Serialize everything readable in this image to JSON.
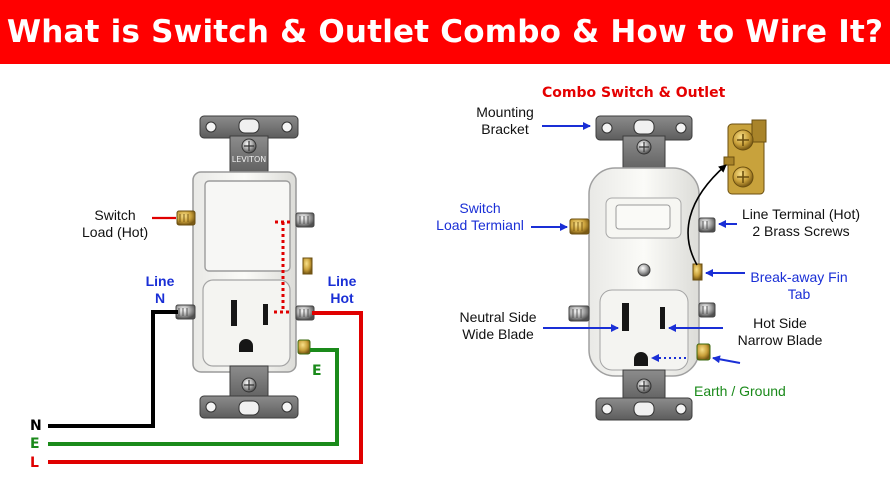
{
  "title": "What is Switch & Outlet Combo & How to Wire It?",
  "subtitle": "Combo Switch & Outlet",
  "colors": {
    "banner": "#ff0000",
    "hot_wire": "#e00000",
    "neutral_wire": "#000000",
    "earth_wire": "#1a8a1a",
    "label_blue": "#1a2fd6",
    "label_green": "#1a8a1a"
  },
  "left_diagram": {
    "switch_load_label": [
      "Switch",
      "Load (Hot)"
    ],
    "line_n_label": [
      "Line",
      "N"
    ],
    "line_hot_label": [
      "Line",
      "Hot"
    ],
    "earth_label": "E",
    "wire_letters": [
      "N",
      "E",
      "L"
    ],
    "plate_brand": "LEVITON"
  },
  "right_diagram": {
    "mounting_bracket": [
      "Mounting",
      "Bracket"
    ],
    "switch_load_terminal": [
      "Switch",
      "Load Termianl"
    ],
    "line_terminal": [
      "Line Terminal (Hot)",
      "2 Brass Screws"
    ],
    "breakaway_fin_tab": [
      "Break-away Fin",
      "Tab"
    ],
    "neutral_side": [
      "Neutral Side",
      "Wide Blade"
    ],
    "hot_side": [
      "Hot Side",
      "Narrow Blade"
    ],
    "earth_ground": "Earth / Ground"
  }
}
